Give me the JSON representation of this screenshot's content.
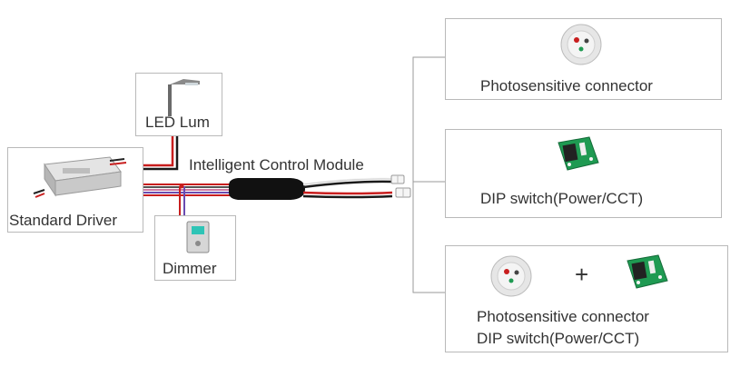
{
  "nodes": {
    "led_lum": "LED Lum",
    "standard_driver": "Standard Driver",
    "dimmer": "Dimmer",
    "module": "Intelligent Control Module",
    "photosensitive": "Photosensitive connector",
    "dip_switch": "DIP switch(Power/CCT)",
    "combo_line1": "Photosensitive connector",
    "combo_line2": "DIP switch(Power/CCT)",
    "plus": "+"
  },
  "colors": {
    "wire_red": "#c81e1e",
    "wire_black": "#1a1a1a",
    "wire_white": "#f2f2f2",
    "module_body": "#111111",
    "pcb_green": "#1f9a52",
    "box_border": "#b9b9b9"
  }
}
